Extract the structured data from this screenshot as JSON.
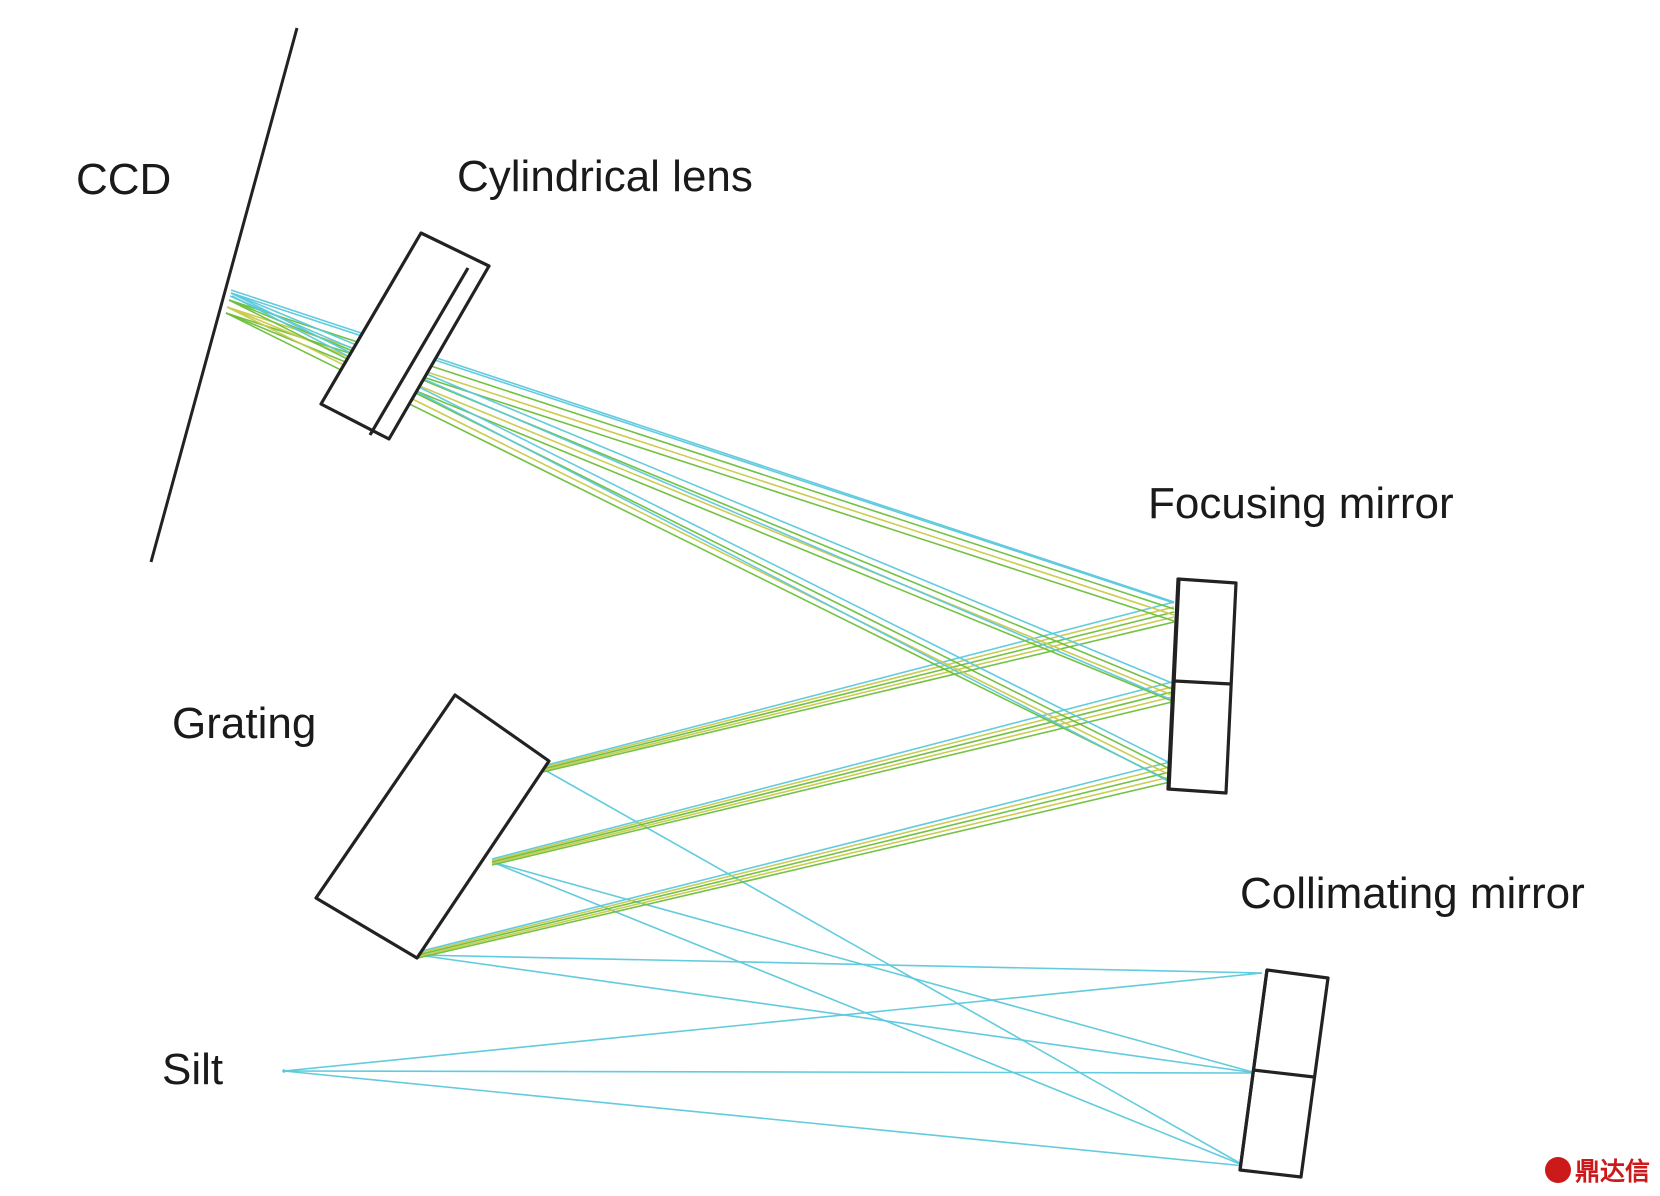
{
  "labels": {
    "ccd": "CCD",
    "cylindrical_lens": "Cylindrical lens",
    "focusing_mirror": "Focusing mirror",
    "grating": "Grating",
    "slit": "Silt",
    "collimating_mirror": "Collimating mirror"
  },
  "colors": {
    "cyan_ray": "#5bc8dc",
    "green_ray": "#6cbf3a",
    "yellow_ray": "#c9c94a",
    "outline": "#222222",
    "watermark": "#cc1a1a"
  },
  "watermark": {
    "text": "鼎达信",
    "logo": "seal-logo-icon"
  }
}
